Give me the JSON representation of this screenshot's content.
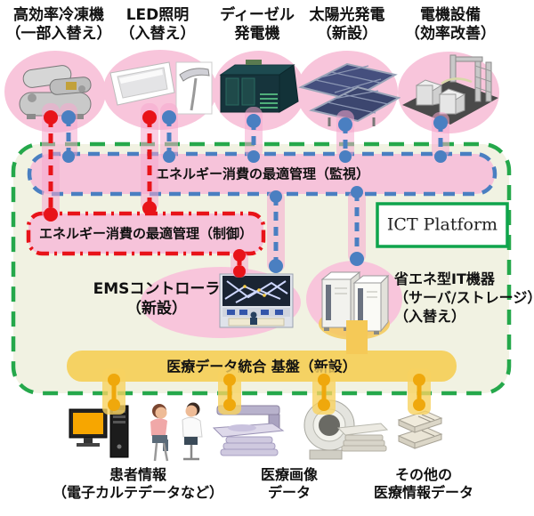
{
  "top_units": [
    {
      "line1": "高効率冷凍機",
      "line2": "（一部入替え）",
      "icon": "chiller"
    },
    {
      "line1": "LED照明",
      "line2": "（入替え）",
      "icon": "led-lighting"
    },
    {
      "line1": "ディーゼル",
      "line2": "発電機",
      "icon": "diesel-generator"
    },
    {
      "line1": "太陽光発電",
      "line2": "（新設）",
      "icon": "solar-panels"
    },
    {
      "line1": "電機設備",
      "line2": "（効率改善）",
      "icon": "electrical-equipment"
    }
  ],
  "platform": {
    "ict_label": "ICT Platform",
    "monitoring_bar": "エネルギー消費の最適管理（監視）",
    "control_bar": "エネルギー消費の最適管理（制御）",
    "medical_bar": "医療データ統合 基盤（新設）",
    "ems_label": {
      "line1": "EMSコントローラ",
      "line2": "（新設）"
    },
    "it_label": {
      "line1": "省エネ型IT機器",
      "line2": "（サーバ/ストレージ）",
      "line3": "（入替え）"
    }
  },
  "bottom_units": [
    {
      "line1": "患者情報",
      "line2": "（電子カルテデータなど）",
      "icon": "desktop-pc-and-consultation"
    },
    {
      "line1": "医療画像",
      "line2": "データ",
      "icon": "exam-table-and-ct-scanner"
    },
    {
      "line1": "その他の",
      "line2": "医療情報データ",
      "icon": "document-stack"
    }
  ],
  "colors": {
    "monitoring_blue": "#4a7fc1",
    "control_red": "#e81319",
    "platform_green": "#25a84b",
    "medical_yellow": "#f5d263",
    "highlight_pink": "#f8c5db",
    "connector_orange": "#efa80c"
  }
}
